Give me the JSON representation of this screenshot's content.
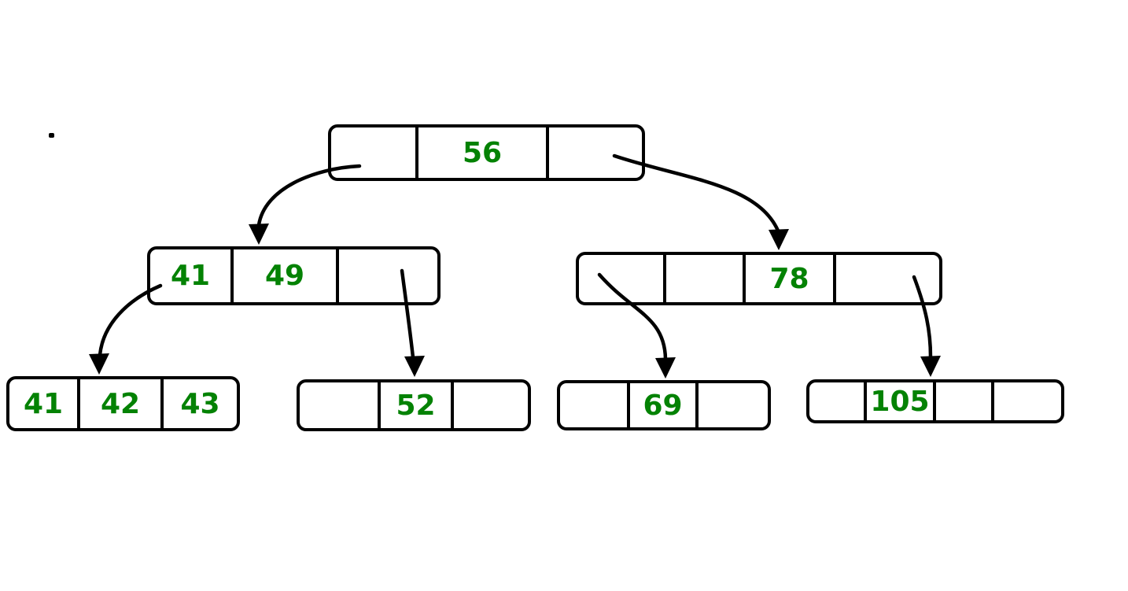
{
  "diagram": {
    "type": "b-tree",
    "value_color": "#048204",
    "nodes": [
      {
        "id": "root",
        "cells": [
          "",
          "56",
          ""
        ]
      },
      {
        "id": "internal-left",
        "cells": [
          "41",
          "49",
          ""
        ]
      },
      {
        "id": "internal-right",
        "cells": [
          "",
          "",
          "78",
          ""
        ]
      },
      {
        "id": "leaf-1",
        "cells": [
          "41",
          "42",
          "43"
        ]
      },
      {
        "id": "leaf-2",
        "cells": [
          "",
          "52",
          ""
        ]
      },
      {
        "id": "leaf-3",
        "cells": [
          "",
          "69",
          ""
        ]
      },
      {
        "id": "leaf-4",
        "cells": [
          "",
          "105",
          "",
          ""
        ]
      }
    ],
    "edges": [
      {
        "from": "root",
        "pointer_cell": 0,
        "to": "internal-left"
      },
      {
        "from": "root",
        "pointer_cell": 2,
        "to": "internal-right"
      },
      {
        "from": "internal-left",
        "pointer_cell": 0,
        "to": "leaf-1"
      },
      {
        "from": "internal-left",
        "pointer_cell": 2,
        "to": "leaf-2"
      },
      {
        "from": "internal-right",
        "pointer_cell": 0,
        "to": "leaf-3"
      },
      {
        "from": "internal-right",
        "pointer_cell": 3,
        "to": "leaf-4"
      }
    ]
  }
}
